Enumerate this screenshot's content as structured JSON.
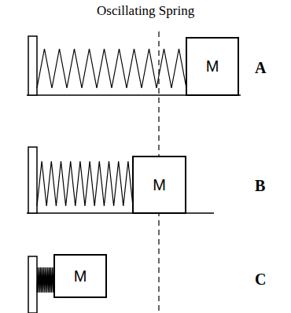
{
  "diagram": {
    "title": "Oscillating Spring",
    "nodes": [
      {
        "text": [
          "M"
        ]
      },
      {
        "text": [
          "M"
        ]
      },
      {
        "text": [
          "M"
        ]
      }
    ],
    "labels": [
      "A",
      "B",
      "C"
    ]
  }
}
